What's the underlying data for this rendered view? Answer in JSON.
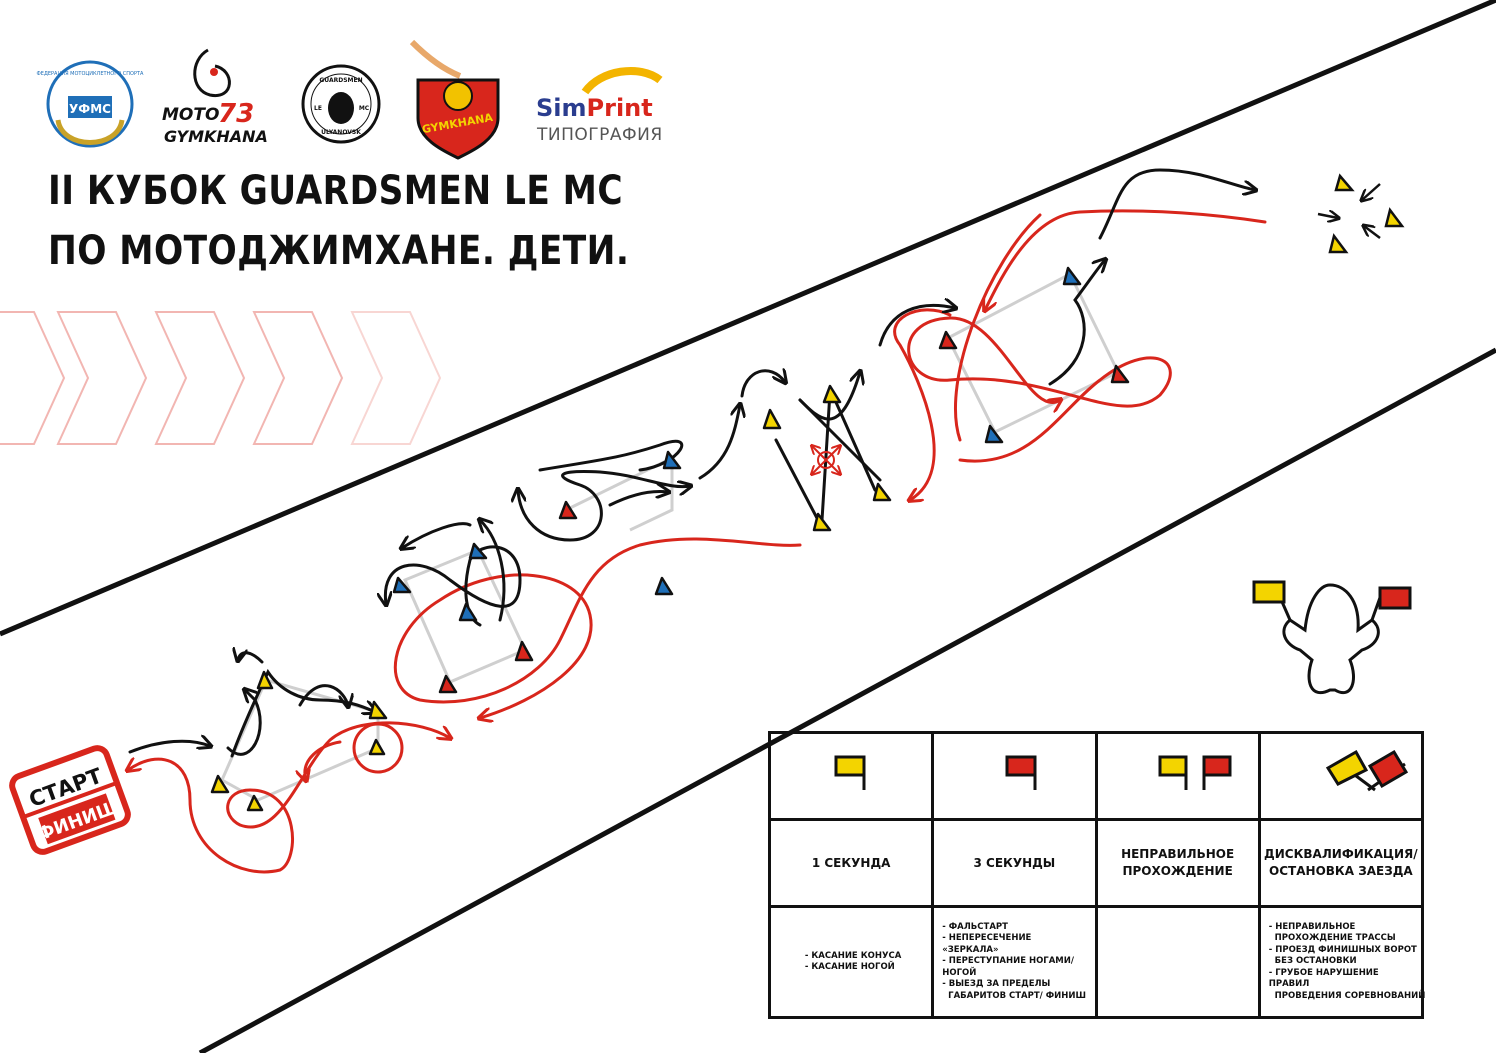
{
  "title": {
    "line1": "II КУБОК GUARDSMEN LE MC",
    "line2": "ПО МОТОДЖИМХАНЕ. ДЕТИ."
  },
  "logos": {
    "federation": {
      "text": "ФЕДЕРАЦИЯ МОТОЦИКЛЕТНОГО СПОРТА",
      "abbr": "УФМС"
    },
    "moto73": {
      "line1": "МОТО",
      "number": "73",
      "line2": "GYMKHANA"
    },
    "guardsmen": {
      "top": "GUARDSMEN",
      "left": "LE",
      "right": "MC",
      "bottom": "ULYANOVSK"
    },
    "gymkhana_shield": {
      "text": "GYMKHANA"
    },
    "simprint": {
      "sim": "Sim",
      "print": "Print",
      "sub": "ТИПОГРАФИЯ"
    }
  },
  "start_sign": {
    "line1": "СТАРТ",
    "line2": "ФИНИШ"
  },
  "penalties": [
    {
      "flag": "yellow-flag",
      "name": "1 СЕКУНДА",
      "items": [
        "- КАСАНИЕ КОНУСА",
        "- КАСАНИЕ НОГОЙ"
      ]
    },
    {
      "flag": "red-flag",
      "name": "3 СЕКУНДЫ",
      "items": [
        "- ФАЛЬСТАРТ",
        "- НЕПЕРЕСЕЧЕНИЕ «ЗЕРКАЛА»",
        "- ПЕРЕСТУПАНИЕ НОГАМИ/НОГОЙ",
        "- ВЫЕЗД ЗА ПРЕДЕЛЫ",
        "  ГАБАРИТОВ СТАРТ/ ФИНИШ"
      ]
    },
    {
      "flag": "yellow-red-flags",
      "name_line1": "НЕПРАВИЛЬНОЕ",
      "name_line2": "ПРОХОЖДЕНИЕ",
      "items": []
    },
    {
      "flag": "crossed-flags",
      "name_line1": "ДИСКВАЛИФИКАЦИЯ/",
      "name_line2": "ОСТАНОВКА ЗАЕЗДА",
      "items": [
        "- НЕПРАВИЛЬНОЕ",
        "  ПРОХОЖДЕНИЕ ТРАССЫ",
        "- ПРОЕЗД ФИНИШНЫХ ВОРОТ",
        "  БЕЗ ОСТАНОВКИ",
        "- ГРУБОЕ НАРУШЕНИЕ ПРАВИЛ",
        "  ПРОВЕДЕНИЯ СОРЕВНОВАНИЙ"
      ]
    }
  ],
  "colors": {
    "red": "#d8261c",
    "black": "#111111",
    "yellow": "#f3d400",
    "blue": "#1f6fb8",
    "grey": "#cfcfcf"
  }
}
